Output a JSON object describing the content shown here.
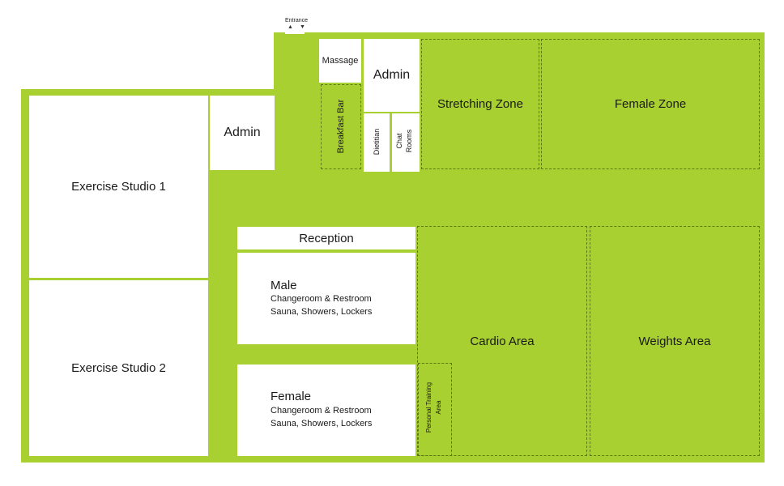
{
  "colors": {
    "floor": "#a9d031",
    "room": "#ffffff",
    "text": "#1a1a1a"
  },
  "entrance": {
    "label": "Entrance"
  },
  "rooms": {
    "massage": "Massage",
    "admin_top": "Admin",
    "admin_left": "Admin",
    "breakfast_bar": "Breakfast Bar",
    "dietitian": "Dietitian",
    "chat_rooms_line1": "Chat",
    "chat_rooms_line2": "Rooms",
    "stretching_zone": "Stretching Zone",
    "female_zone": "Female Zone",
    "exercise_studio_1": "Exercise Studio 1",
    "exercise_studio_2": "Exercise Studio 2",
    "reception": "Reception",
    "male_title": "Male",
    "male_line1": "Changeroom & Restroom",
    "male_line2": "Sauna, Showers, Lockers",
    "female_title": "Female",
    "female_line1": "Changeroom & Restroom",
    "female_line2": "Sauna, Showers, Lockers",
    "cardio_area": "Cardio Area",
    "weights_area": "Weights Area",
    "personal_training_line1": "Personal Training",
    "personal_training_line2": "Area"
  }
}
